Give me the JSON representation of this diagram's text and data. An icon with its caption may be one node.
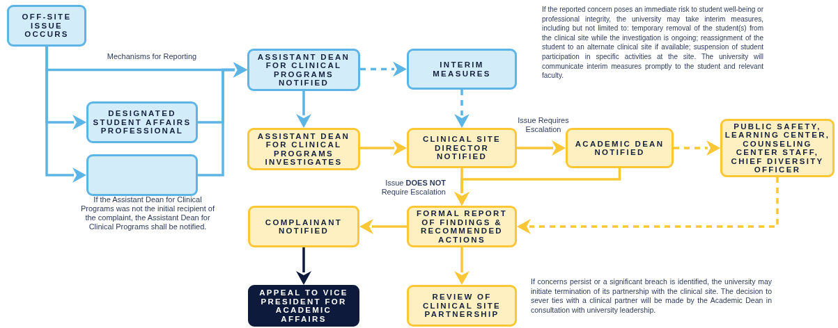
{
  "diagram": {
    "nodes": [
      {
        "text": [
          "OFF-SITE ISSUE OCCURS"
        ]
      },
      {
        "text": [
          "DESIGNATED STUDENT AFFAIRS PROFESSIONAL"
        ]
      },
      {
        "text": [],
        "shape": "box",
        "beside": [
          "If the Assistant Dean for Clinical Programs was not the initial recipient of the complaint, the Assistant Dean for Clinical Programs shall be notified."
        ]
      },
      {
        "text": [
          "ASSISTANT DEAN FOR CLINICAL PROGRAMS NOTIFIED"
        ]
      },
      {
        "text": [
          "INTERIM MEASURES"
        ]
      },
      {
        "text": [
          "ASSISTANT DEAN FOR CLINICAL PROGRAMS INVESTIGATES"
        ]
      },
      {
        "text": [
          "CLINICAL SITE DIRECTOR NOTIFIED"
        ]
      },
      {
        "text": [
          "ACADEMIC DEAN NOTIFIED"
        ]
      },
      {
        "text": [
          "PUBLIC SAFETY, LEARNING CENTER, COUNSELING CENTER STAFF, CHIEF DIVERSITY OFFICER"
        ]
      },
      {
        "text": [
          "FORMAL REPORT OF FINDINGS & RECOMMENDED ACTIONS"
        ]
      },
      {
        "text": [
          "COMPLAINANT NOTIFIED"
        ]
      },
      {
        "text": [
          "APPEAL TO VICE PRESIDENT FOR ACADEMIC AFFAIRS"
        ]
      },
      {
        "text": [
          "REVIEW OF CLINICAL SITE PARTNERSHIP"
        ]
      }
    ],
    "edges": [
      {
        "from": 0,
        "to": 3,
        "arrow": "to",
        "label": "Mechanisms for Reporting",
        "color": "#5db5e6"
      },
      {
        "from": 0,
        "to": 1,
        "arrow": "to",
        "color": "#5db5e6"
      },
      {
        "from": 0,
        "to": 2,
        "arrow": "to",
        "color": "#5db5e6"
      },
      {
        "from": 1,
        "to": 3,
        "arrow": "to",
        "color": "#5db5e6"
      },
      {
        "from": 2,
        "to": 3,
        "arrow": "to",
        "color": "#5db5e6"
      },
      {
        "from": 3,
        "to": 4,
        "arrow": "to",
        "style": "dashed",
        "color": "#5db5e6"
      },
      {
        "from": 3,
        "to": 5,
        "arrow": "to",
        "color": "#5db5e6"
      },
      {
        "from": 4,
        "to": 6,
        "arrow": "to",
        "style": "dashed",
        "color": "#5db5e6"
      },
      {
        "from": 5,
        "to": 6,
        "arrow": "to",
        "color": "#fcc736"
      },
      {
        "from": 6,
        "to": 7,
        "arrow": "to",
        "label": "Issue Requires Escalation",
        "color": "#fcc736"
      },
      {
        "from": 7,
        "to": 8,
        "arrow": "to",
        "style": "dashed",
        "color": "#fcc736"
      },
      {
        "from": 6,
        "to": 9,
        "arrow": "to",
        "label": "Issue **DOES NOT** Require Escalation",
        "color": "#fcc736"
      },
      {
        "from": 7,
        "to": 9,
        "arrow": "to",
        "color": "#fcc736"
      },
      {
        "from": 8,
        "to": 9,
        "arrow": "to",
        "style": "dashed",
        "color": "#fcc736"
      },
      {
        "from": 9,
        "to": 10,
        "arrow": "to",
        "color": "#fcc736"
      },
      {
        "from": 10,
        "to": 11,
        "arrow": "to",
        "color": "#0e1a3c"
      },
      {
        "from": 9,
        "to": 12,
        "arrow": "to",
        "color": "#fcc736"
      }
    ],
    "labels": [
      "If the reported concern poses an immediate risk to student well-being or professional integrity, the university may take interim measures, including but not limited to: temporary removal of the student(s) from the clinical site while the investigation is ongoing; reassignment of the student to an alternate clinical site if available; suspension of student participation in specific activities at the site. The university will communicate interim measures promptly to the student and relevant faculty.",
      "If concerns persist or a significant breach is identified, the university may initiate termination of its partnership with the clinical site. The decision to sever ties with a clinical partner will be made by the Academic Dean in consultation with university leadership."
    ]
  }
}
